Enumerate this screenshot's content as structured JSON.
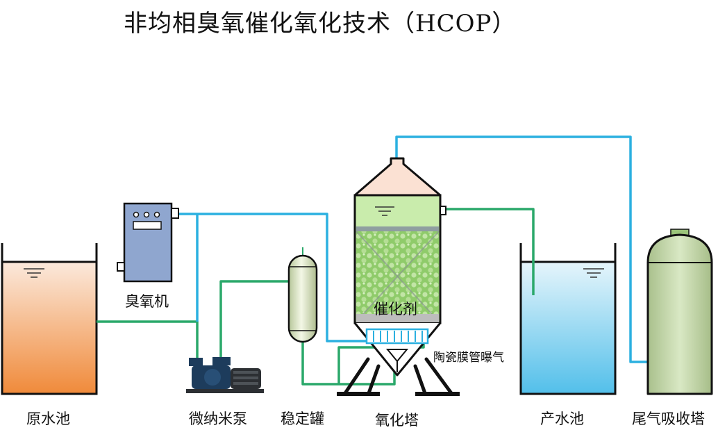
{
  "title": "非均相臭氧催化氧化技术（HCOP）",
  "labels": {
    "raw_water_tank": "原水池",
    "ozone_generator": "臭氧机",
    "micro_nano_pump": "微纳米泵",
    "stabilizing_tank": "稳定罐",
    "oxidation_tower": "氧化塔",
    "catalyst": "催化剂",
    "ceramic_aerator": "陶瓷膜管曝气",
    "product_water_tank": "产水池",
    "tail_gas_tower": "尾气吸收塔"
  },
  "colors": {
    "gas_line": "#2bb0e0",
    "water_line": "#2aa86a",
    "outline": "#111111",
    "raw_water_top": "#fbe9dc",
    "raw_water_bottom": "#f08a3a",
    "product_water_top": "#e6f5fb",
    "product_water_bottom": "#52bfea",
    "ozone_generator": "#8fa6cf",
    "tower_cone": "#fbe1d3",
    "tower_body": "#c9ecac",
    "catalyst_bed": "#9fd27c",
    "tail_tower": "#c9dcb0",
    "pump": "#1d3c5c"
  }
}
